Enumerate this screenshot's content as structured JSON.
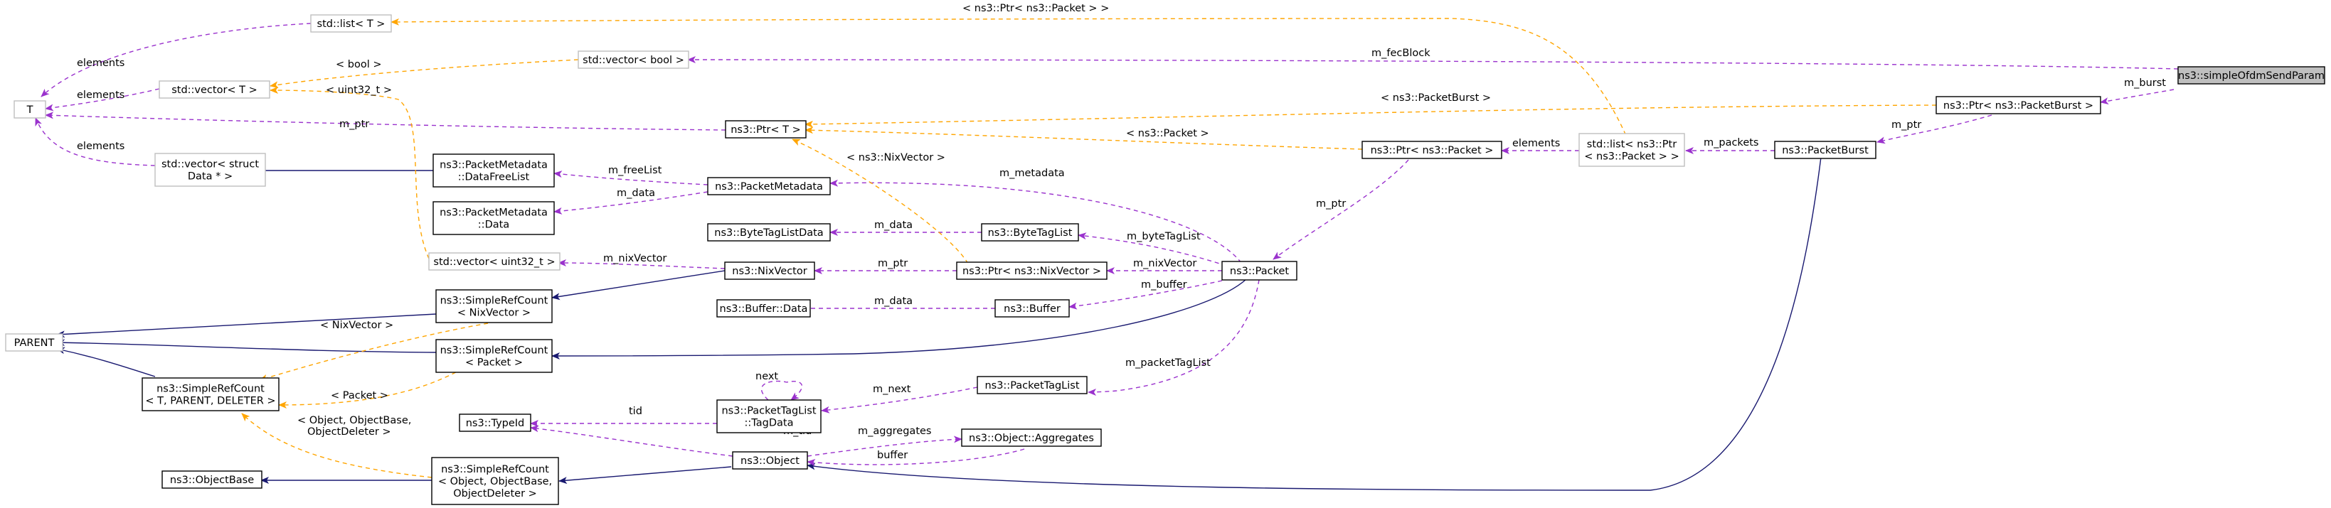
{
  "colors": {
    "inheritance": "#191970",
    "usage": "#9a32cd",
    "template": "#ffa500",
    "focus_fill": "#bfbfbf",
    "ghost_border": "#bfbfbf"
  },
  "nodes": {
    "list_t": [
      "std::list< T >"
    ],
    "vector_bool": [
      "std::vector< bool >"
    ],
    "simple_ofdm": [
      "ns3::simpleOfdmSendParam"
    ],
    "vector_t": [
      "std::vector< T >"
    ],
    "t": [
      "T"
    ],
    "ptr_t": [
      "ns3::Ptr< T >"
    ],
    "ptr_packetburst": [
      "ns3::Ptr< ns3::PacketBurst >"
    ],
    "list_ptr_packet": [
      "std::list< ns3::Ptr",
      "< ns3::Packet > >"
    ],
    "ptr_packet": [
      "ns3::Ptr< ns3::Packet >"
    ],
    "packetburst": [
      "ns3::PacketBurst"
    ],
    "vector_struct": [
      "std::vector< struct",
      "Data * >"
    ],
    "pm_datafreelist": [
      "ns3::PacketMetadata",
      "::DataFreeList"
    ],
    "packetmetadata": [
      "ns3::PacketMetadata"
    ],
    "pm_data": [
      "ns3::PacketMetadata",
      "::Data"
    ],
    "bytetaglistdata": [
      "ns3::ByteTagListData"
    ],
    "bytetaglist": [
      "ns3::ByteTagList"
    ],
    "vector_uint32": [
      "std::vector< uint32_t >"
    ],
    "nixvector": [
      "ns3::NixVector"
    ],
    "ptr_nixvector": [
      "ns3::Ptr< ns3::NixVector >"
    ],
    "packet": [
      "ns3::Packet"
    ],
    "src_nixvector": [
      "ns3::SimpleRefCount",
      "< NixVector >"
    ],
    "buffer_data": [
      "ns3::Buffer::Data"
    ],
    "buffer": [
      "ns3::Buffer"
    ],
    "parent": [
      "PARENT"
    ],
    "src_packet": [
      "ns3::SimpleRefCount",
      "< Packet >"
    ],
    "src_t": [
      "ns3::SimpleRefCount",
      "< T, PARENT, DELETER >"
    ],
    "packettaglist": [
      "ns3::PacketTagList"
    ],
    "typeid": [
      "ns3::TypeId"
    ],
    "ptl_tagdata": [
      "ns3::PacketTagList",
      "::TagData"
    ],
    "aggregates": [
      "ns3::Object::Aggregates"
    ],
    "object": [
      "ns3::Object"
    ],
    "objectbase": [
      "ns3::ObjectBase"
    ],
    "src_object": [
      "ns3::SimpleRefCount",
      "< Object, ObjectBase,",
      "ObjectDeleter >"
    ]
  },
  "edges": {
    "m_fecBlock": "m_fecBlock",
    "m_burst": "m_burst",
    "burst_ptr": "m_ptr",
    "m_packets": "m_packets",
    "list_elements": "elements",
    "ptr_packet_tpl": "< ns3::Ptr< ns3::Packet > >",
    "packetburst_tpl": "< ns3::PacketBurst >",
    "packet_tpl": "< ns3::Packet >",
    "bool_tpl": "< bool >",
    "t_elements_list": "elements",
    "t_elements_vector": "elements",
    "t_elements_struct": "elements",
    "t_m_ptr": "m_ptr",
    "uint32_tpl": "< uint32_t >",
    "nixvector_ptr_tpl": "< ns3::NixVector >",
    "m_metadata": "m_metadata",
    "m_freeList": "m_freeList",
    "pm_m_data": "m_data",
    "btl_m_data": "m_data",
    "m_byteTagList": "m_byteTagList",
    "m_nixVector_vec": "m_nixVector",
    "nix_m_ptr": "m_ptr",
    "m_nixVector": "m_nixVector",
    "packet_m_ptr": "m_ptr",
    "m_buffer": "m_buffer",
    "buf_m_data": "m_data",
    "nixvector_src_tpl": "< NixVector >",
    "packet_src_tpl": "< Packet >",
    "m_packetTagList": "m_packetTagList",
    "next": "next",
    "m_next": "m_next",
    "tid": "tid",
    "m_tid": "m_tid",
    "m_aggregates": "m_aggregates",
    "buffer_agg": "buffer",
    "object_src_tpl": [
      "< Object, ObjectBase,",
      "ObjectDeleter >"
    ]
  }
}
